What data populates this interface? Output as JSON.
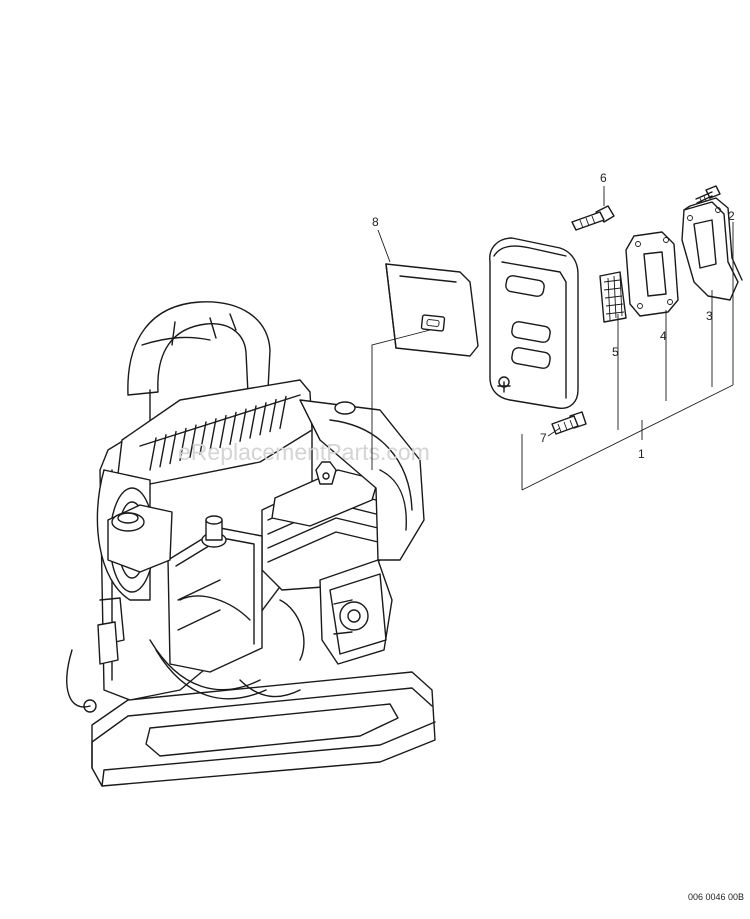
{
  "callouts": {
    "c1": "1",
    "c2": "2",
    "c3": "3",
    "c4": "4",
    "c5": "5",
    "c6": "6",
    "c7": "7",
    "c8": "8"
  },
  "watermark": "eReplacementParts.com",
  "reference_code": "006 0046 00B"
}
